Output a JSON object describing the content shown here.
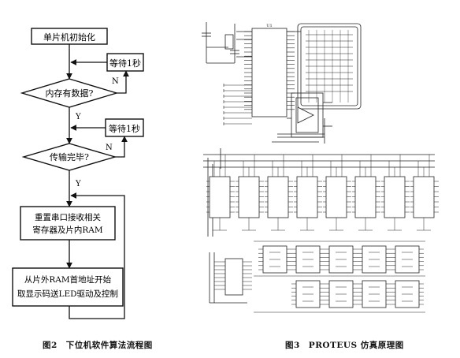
{
  "flowchart": {
    "nodes": {
      "init": "单片机初始化",
      "wait1": "等待1秒",
      "check_data": "内存有数据?",
      "wait2": "等待1秒",
      "check_done": "传输完毕?",
      "reset": [
        "重置串口接收相关",
        "寄存器及片内RAM"
      ],
      "display": [
        "从片外RAM首地址开始",
        "取显示码送LED驱动及控制"
      ]
    },
    "labels": {
      "n1": "N",
      "y1": "Y",
      "n2": "N",
      "y2": "Y"
    }
  },
  "captions": {
    "fig2": "图2　下位机软件算法流程图",
    "fig3": "图3　PROTEUS 仿真原理图"
  },
  "schematic": {
    "mcu_label": "U1"
  }
}
